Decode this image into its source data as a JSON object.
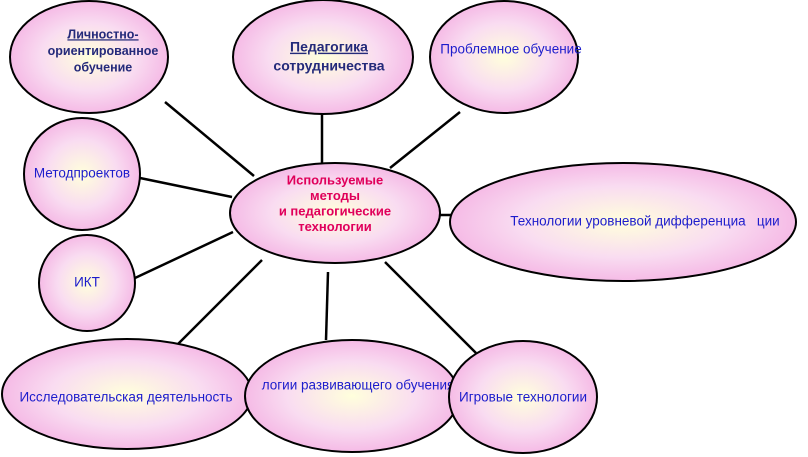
{
  "diagram": {
    "colors": {
      "ellipse_center": "#ffffdc",
      "ellipse_mid": "#f9dcf1",
      "ellipse_edge": "#f4b2e3",
      "stroke": "#000000",
      "text_blue": "#1c1ccc",
      "text_dark_blue": "#242a7a",
      "text_center": "#e0005a"
    },
    "center": {
      "id": "center",
      "lines": [
        "Используемые",
        "методы",
        "и педагогические",
        "технологии"
      ]
    },
    "nodes": [
      {
        "id": "lich",
        "lines": [
          "Личностно-",
          "ориентированное",
          "обучение"
        ]
      },
      {
        "id": "ped",
        "lines": [
          "Педагогика",
          "сотрудничества"
        ]
      },
      {
        "id": "prob",
        "lines": [
          "Проблемное обучение"
        ]
      },
      {
        "id": "metod",
        "lines": [
          "Методпроектов"
        ]
      },
      {
        "id": "tech",
        "lines": [
          "Технологии уровневой дифференциа   ции"
        ]
      },
      {
        "id": "ikt",
        "lines": [
          "ИКТ"
        ]
      },
      {
        "id": "issl",
        "lines": [
          "Исследовательская деятельность"
        ]
      },
      {
        "id": "razv",
        "lines": [
          "логии развивающего обучения"
        ]
      },
      {
        "id": "igr",
        "lines": [
          "Игровые технологии"
        ]
      }
    ]
  }
}
